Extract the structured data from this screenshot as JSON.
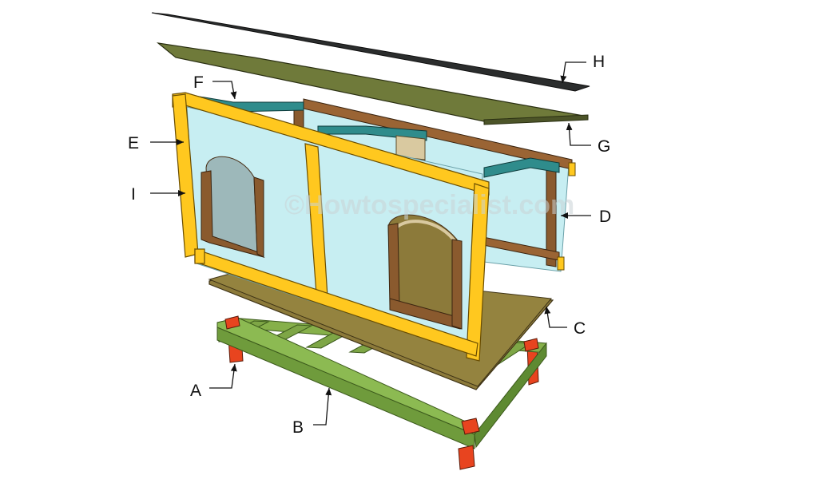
{
  "watermark": "©Howtospecialist.com",
  "labels": {
    "a": "A",
    "b": "B",
    "c": "C",
    "d": "D",
    "e": "E",
    "f": "F",
    "g": "G",
    "h": "H",
    "i": "I"
  },
  "colors": {
    "roof_felt": "#2b2d2d",
    "roof_panel": "#6f7a3a",
    "rafters": "#2f8c8c",
    "frame_front": "#ffc81f",
    "frame_back": "#8a5a2e",
    "wall_panel": "#c7eef2",
    "floor_panel": "#8c7a3a",
    "base_frame": "#6f9b3c",
    "legs": "#e8441f"
  }
}
